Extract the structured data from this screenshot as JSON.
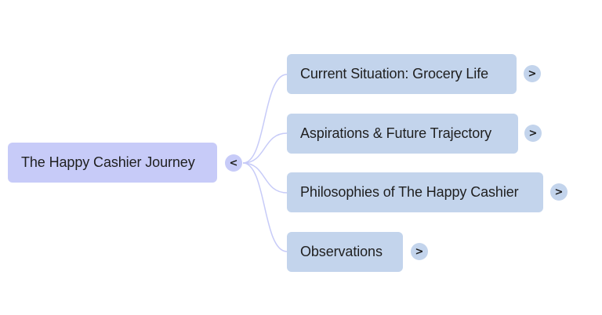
{
  "mindmap": {
    "root": {
      "label": "The Happy Cashier Journey",
      "toggle": "<"
    },
    "children": [
      {
        "label": "Current Situation: Grocery Life",
        "toggle": ">"
      },
      {
        "label": "Aspirations & Future Trajectory",
        "toggle": ">"
      },
      {
        "label": "Philosophies of The Happy Cashier",
        "toggle": ">"
      },
      {
        "label": "Observations",
        "toggle": ">"
      }
    ]
  },
  "colors": {
    "root_fill": "#c7cbf8",
    "child_fill": "#c3d4ec",
    "connector": "#c7cbf8"
  }
}
